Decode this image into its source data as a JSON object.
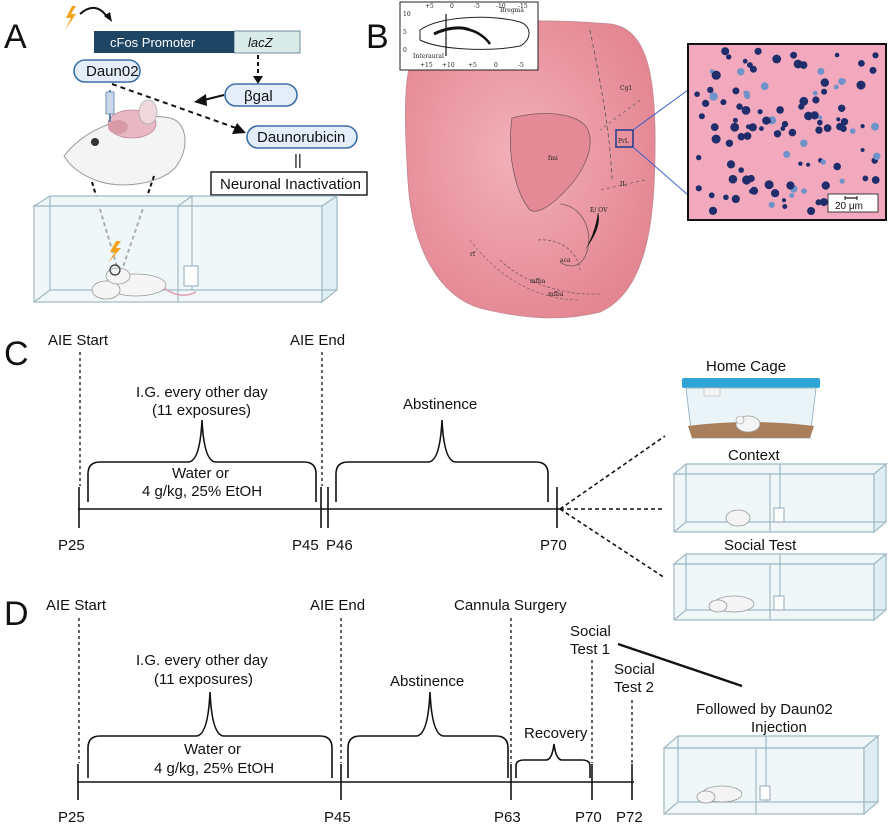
{
  "panels": {
    "a": "A",
    "b": "B",
    "c": "C",
    "d": "D"
  },
  "panelA": {
    "promoter": "cFos Promoter",
    "gene": "lacZ",
    "drug": "Daun02",
    "enzyme": "βgal",
    "product": "Daunorubicin",
    "equals": "||",
    "outcome": "Neuronal Inactivation"
  },
  "panelB": {
    "atlas": {
      "bregma": "Bregma",
      "interaural": "Interaural",
      "top_ticks": [
        "+5",
        "0",
        "-5",
        "-10",
        "-15"
      ],
      "bottom_ticks": [
        "+15",
        "+10",
        "+5",
        "0",
        "-5"
      ],
      "left_ticks": [
        "10",
        "5",
        "0"
      ]
    },
    "regions": [
      "Cg1",
      "PrL",
      "fmi",
      "IL",
      "E/ OV",
      "aca",
      "rf",
      "mfba",
      "mfba"
    ],
    "scalebar": "20 μm"
  },
  "panelC": {
    "aie_start": "AIE Start",
    "aie_end": "AIE End",
    "ig_line1": "I.G. every other day",
    "ig_line2": "(11 exposures)",
    "abstinence": "Abstinence",
    "water_line1": "Water or",
    "water_line2": "4 g/kg, 25% EtOH",
    "ticks": [
      "P25",
      "P45",
      "P46",
      "P70"
    ],
    "home_cage": "Home Cage",
    "context": "Context",
    "social_test": "Social Test"
  },
  "panelD": {
    "aie_start": "AIE Start",
    "aie_end": "AIE End",
    "cannula": "Cannula Surgery",
    "ig_line1": "I.G. every other day",
    "ig_line2": "(11 exposures)",
    "abstinence": "Abstinence",
    "recovery": "Recovery",
    "water_line1": "Water or",
    "water_line2": "4 g/kg, 25% EtOH",
    "social1_line1": "Social",
    "social1_line2": "Test 1",
    "social2_line1": "Social",
    "social2_line2": "Test 2",
    "followed_line1": "Followed by Daun02",
    "followed_line2": "Injection",
    "ticks": [
      "P25",
      "P45",
      "P63",
      "P70",
      "P72"
    ]
  },
  "colors": {
    "promoter_box": "#1e4563",
    "lacz_box": "#d9ebe9",
    "pill_fill": "#e3eefa",
    "pill_stroke": "#3b6fa8",
    "tissue": "#e9909c",
    "micro_bg": "#f2a9bd",
    "cell": "#1f2d6b",
    "cage_lid": "#2fa4d6",
    "bolt": "#f2a21b"
  }
}
